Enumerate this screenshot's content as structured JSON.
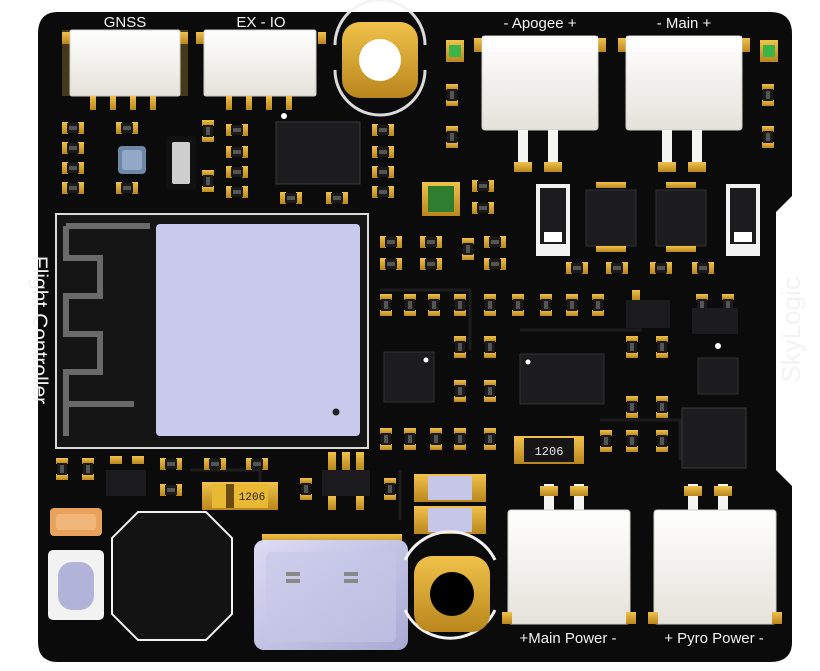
{
  "board": {
    "colors": {
      "pcb": "#0b0b0b",
      "silkscreen": "#f2f2f2",
      "gold": "#d9a42c",
      "connector": "#f4f4f0",
      "chip": "#1c1c1e",
      "module": "#c8c9ec",
      "usb": "#c6c7e8",
      "led_green": "#3bb54a"
    },
    "labels": {
      "gnss": "GNSS",
      "ex_io": "EX - IO",
      "apogee": "- Apogee +",
      "main": "- Main +",
      "flight_controller": "Flight Controller",
      "brand": "SkyLogic",
      "main_power": "+Main Power -",
      "pyro_power": "+ Pyro Power -",
      "resistor_code": "1206",
      "fuse_code": "1206"
    },
    "icons": {
      "mounting_hole_top": "mounting-hole-icon",
      "mounting_hole_bottom": "mounting-hole-icon",
      "wifi_antenna": "antenna-trace-icon"
    }
  }
}
